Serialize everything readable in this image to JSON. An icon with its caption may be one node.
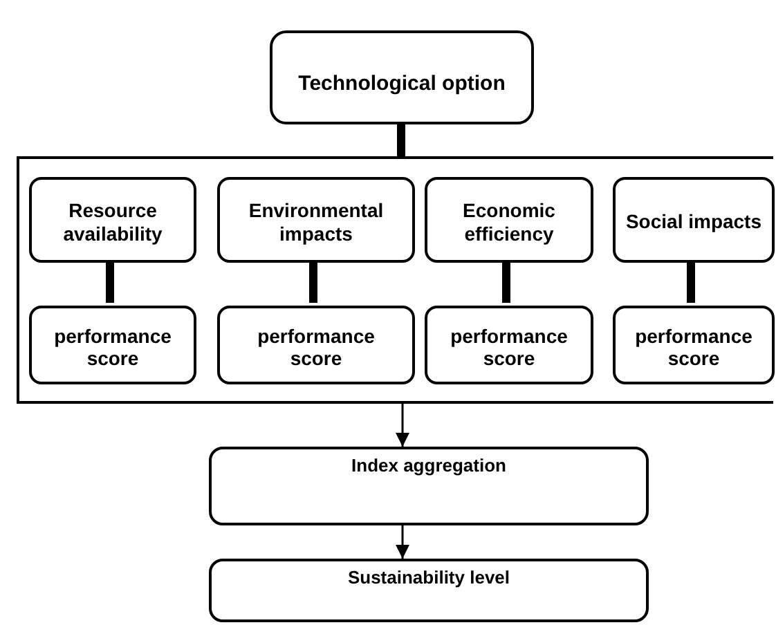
{
  "diagram": {
    "nodes": [
      {
        "text": [
          "Technological option"
        ]
      },
      {
        "text": [],
        "shape": "box"
      },
      {
        "text": [
          "Resource availability"
        ],
        "in": 1
      },
      {
        "text": [
          "Environmental impacts"
        ],
        "in": 1
      },
      {
        "text": [
          "Economic efficiency"
        ],
        "in": 1
      },
      {
        "text": [
          "Social impacts"
        ],
        "in": 1
      },
      {
        "text": [
          "performance score"
        ],
        "in": 1
      },
      {
        "text": [
          "performance score"
        ],
        "in": 1
      },
      {
        "text": [
          "performance score"
        ],
        "in": 1
      },
      {
        "text": [
          "performance score"
        ],
        "in": 1
      },
      {
        "text": [
          "Index aggregation"
        ]
      },
      {
        "text": [
          "Sustainability level"
        ]
      }
    ],
    "edges": [
      {
        "from": 0,
        "to": 1,
        "arrow": "none"
      },
      {
        "from": 2,
        "to": 6,
        "arrow": "none"
      },
      {
        "from": 3,
        "to": 7,
        "arrow": "none"
      },
      {
        "from": 4,
        "to": 8,
        "arrow": "none"
      },
      {
        "from": 5,
        "to": 9,
        "arrow": "none"
      },
      {
        "from": 1,
        "to": 10,
        "arrow": "to"
      },
      {
        "from": 10,
        "to": 11,
        "arrow": "to"
      }
    ]
  }
}
